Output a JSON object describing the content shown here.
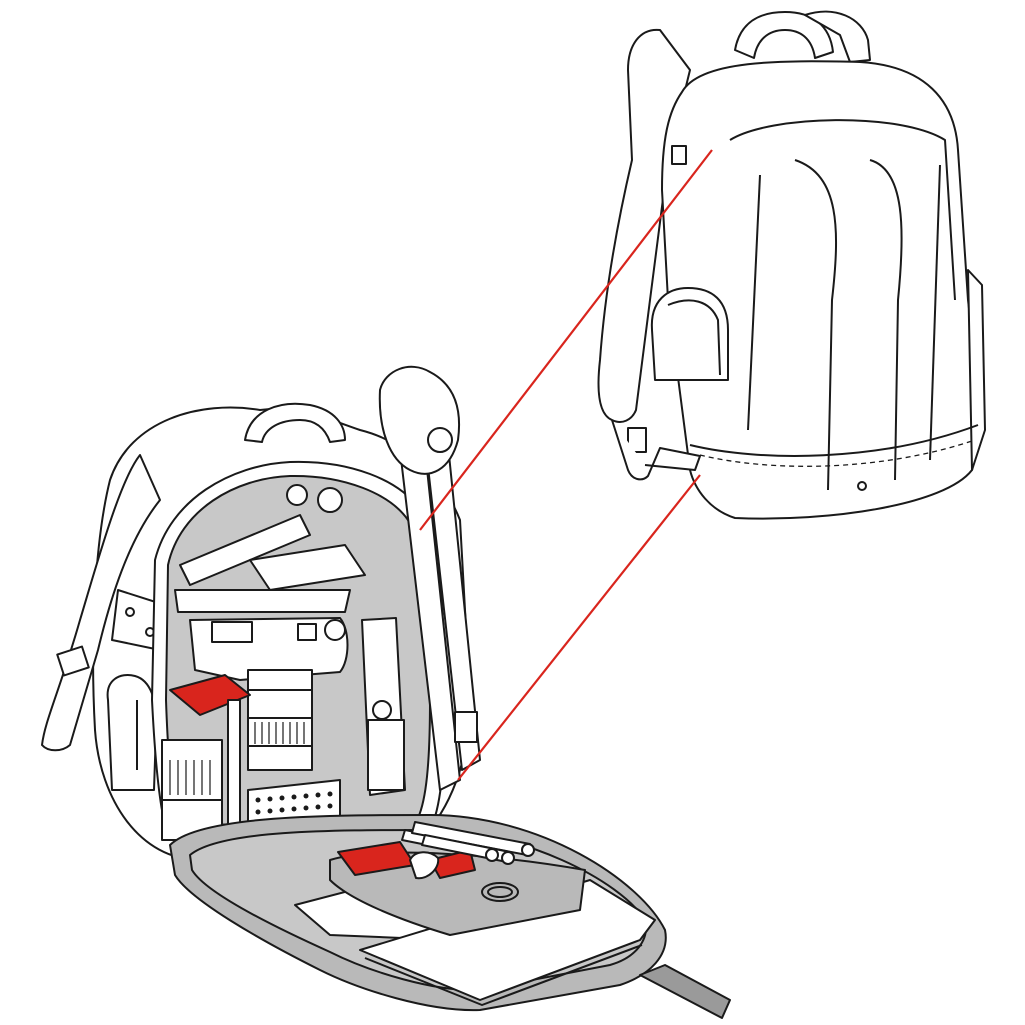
{
  "illustration": {
    "colors": {
      "outline": "#1a1a1a",
      "interior_gray": "#c8c8c8",
      "panel_gray": "#b9b9b9",
      "strap_gray": "#9a9a9a",
      "accent_red": "#d9251d",
      "background": "#ffffff"
    },
    "views": [
      "closed-backpack",
      "open-backpack"
    ],
    "callout_lines": 2,
    "contents": [
      "tripod",
      "camera-body",
      "zoom-lens",
      "spare-lens",
      "flash-unit",
      "lens-cloth",
      "pens",
      "laptop",
      "tablet-sleeve",
      "mesh-pocket"
    ]
  }
}
